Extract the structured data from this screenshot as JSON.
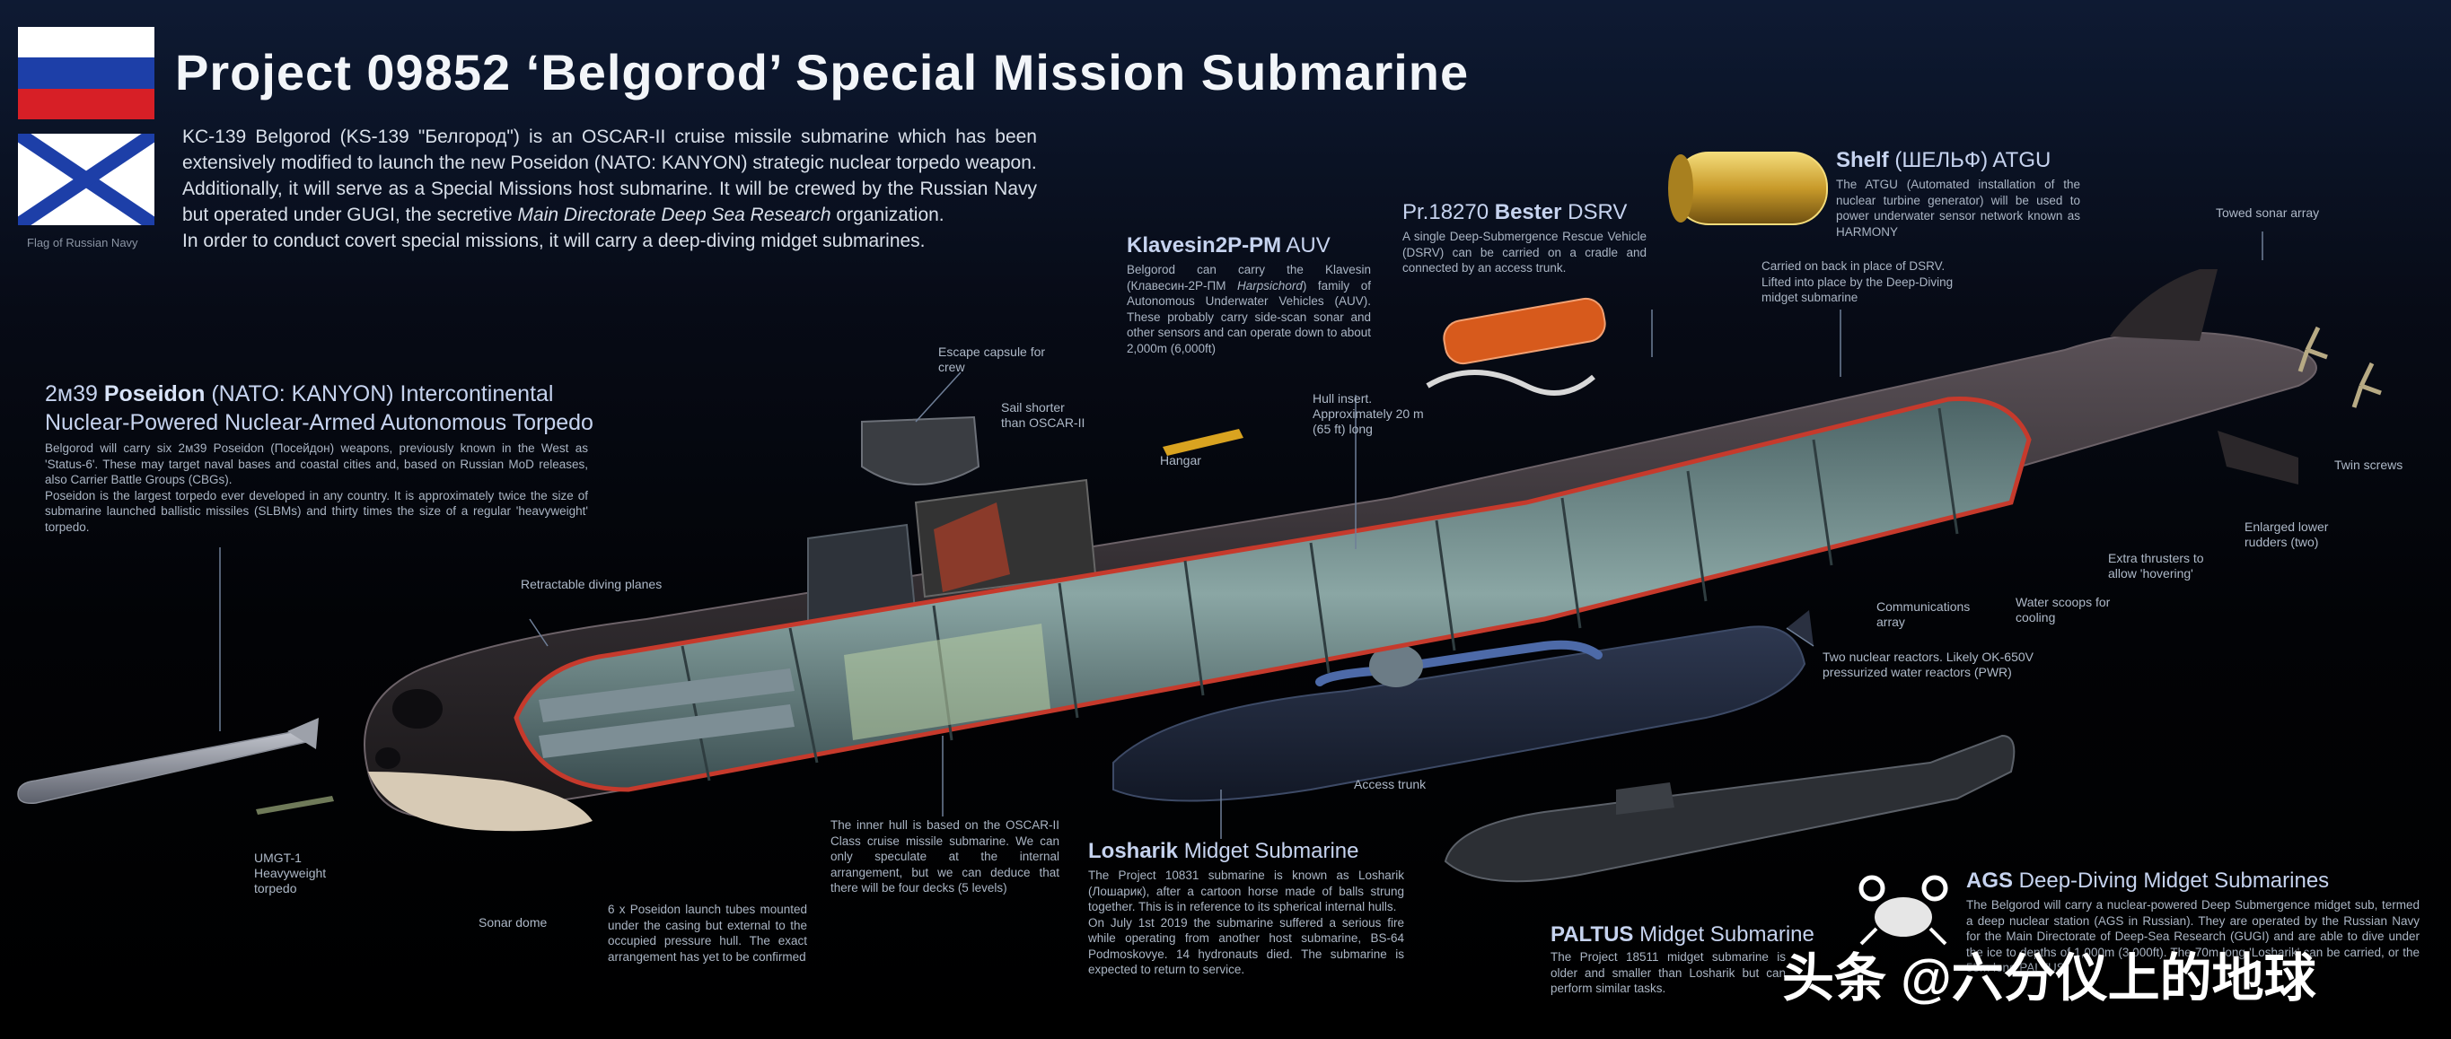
{
  "header": {
    "title": "Project 09852 ‘Belgorod’ Special Mission Submarine",
    "flag_caption": "Flag of Russian Navy"
  },
  "intro": {
    "p1": "KC-139 Belgorod (KS-139 \"Белгород\") is an OSCAR-II cruise missile submarine which has been extensively modified to launch the new Poseidon (NATO: KANYON) strategic nuclear torpedo weapon.",
    "p2a": "Additionally, it will serve as a Special Missions host submarine. It will be crewed by the Russian Navy but operated under GUGI, the secretive ",
    "p2_italic": "Main Directorate Deep Sea Research",
    "p2b": " organization.",
    "p3": "In order to conduct covert special missions, it will carry a deep-diving midget submarines."
  },
  "poseidon": {
    "title_a": "2м39 ",
    "title_b": "Poseidon",
    "title_c": " (NATO: KANYON) Intercontinental",
    "title2": "Nuclear-Powered Nuclear-Armed Autonomous Torpedo",
    "body1": "Belgorod will carry six 2м39 Poseidon (Посейдон) weapons, previously known in the West as 'Status-6'. These may target naval bases and coastal cities and, based on Russian MoD releases, also Carrier Battle Groups (CBGs).",
    "body2": "Poseidon is the largest torpedo ever developed in any country. It is approximately twice the size of submarine launched ballistic missiles (SLBMs) and thirty times the size of a regular 'heavyweight' torpedo."
  },
  "auv": {
    "title_a": "Klavesin2P-PM",
    "title_b": " AUV",
    "body_a": "Belgorod can carry the Klavesin (Клавесин-2Р-ПМ ",
    "body_italic": "Harpsichord",
    "body_b": ") family of Autonomous Underwater Vehicles (AUV). These probably carry side-scan sonar and other sensors and can operate down to about 2,000m (6,000ft)"
  },
  "dsrv": {
    "title_a": "Pr.18270 ",
    "title_b": "Bester",
    "title_c": " DSRV",
    "body": "A single Deep-Submergence Rescue Vehicle (DSRV) can be carried on a cradle and connected by an access trunk."
  },
  "shelf": {
    "title_a": "Shelf",
    "title_b": " (ШЕЛЬФ) ATGU",
    "body": "The ATGU (Automated installation of the nuclear turbine generator) will be used to power underwater sensor network known as HARMONY",
    "note": "Carried on back in place of DSRV. Lifted into place by the Deep-Diving midget submarine"
  },
  "losharik": {
    "title_a": "Losharik",
    "title_b": " Midget Submarine",
    "body1": "The Project 10831 submarine is known as Losharik (Лошарик), after a cartoon horse made of balls strung together. This is in reference to its spherical internal hulls.",
    "body2": "On July 1st 2019 the submarine suffered a serious fire while operating from another host submarine, BS-64 Podmoskovye. 14 hydronauts died. The submarine is expected to return to service."
  },
  "paltus": {
    "title_a": "PALTUS",
    "title_b": " Midget Submarine",
    "body": "The Project 18511 midget submarine is older and smaller than Losharik but can perform similar tasks."
  },
  "ags": {
    "title_a": "AGS",
    "title_b": " Deep-Diving Midget Submarines",
    "body": "The Belgorod will carry a nuclear-powered Deep Submergence midget sub, termed a deep nuclear station (AGS in Russian). They are operated by the Russian Navy for the Main Directorate of Deep-Sea Research (GUGI) and are able to dive under the ice to depths of 1,000m (3,000ft). The 70m long 'Losharik' can be carried, or the 55m long PALTUS"
  },
  "labels": {
    "escape": "Escape capsule for crew",
    "sail": "Sail shorter than OSCAR-II",
    "hangar": "Hangar",
    "hull_insert": "Hull insert. Approximately 20 m (65 ft) long",
    "towed": "Towed sonar array",
    "twin_screws": "Twin screws",
    "rudders": "Enlarged lower rudders (two)",
    "thrusters": "Extra thrusters to allow 'hovering'",
    "water_scoops": "Water scoops for cooling",
    "comms": "Communications array",
    "reactors": "Two nuclear reactors. Likely OK-650V pressurized water reactors (PWR)",
    "access_trunk": "Access trunk",
    "diving_planes": "Retractable diving planes",
    "umgt": "UMGT-1 Heavyweight torpedo",
    "sonar_dome": "Sonar dome",
    "launch_tubes": "6 x Poseidon launch tubes mounted under the casing but external to the occupied pressure hull. The exact arrangement has yet to be confirmed",
    "inner_hull": "The inner hull is based on the OSCAR-II Class cruise missile submarine. We can only speculate at the internal arrangement, but we can deduce that there will be four decks (5 levels)"
  },
  "watermark": {
    "text": "头条 @六分仪上的地球"
  },
  "colors": {
    "background": "#000000",
    "title": "#f2f5f9",
    "heading": "#c6d3ef",
    "flag_blue": "#1d3fa8",
    "flag_red": "#d71f26",
    "hull": "#3a3538",
    "cutaway_red": "#c63a2c",
    "interior_teal": "#5e7d80"
  }
}
